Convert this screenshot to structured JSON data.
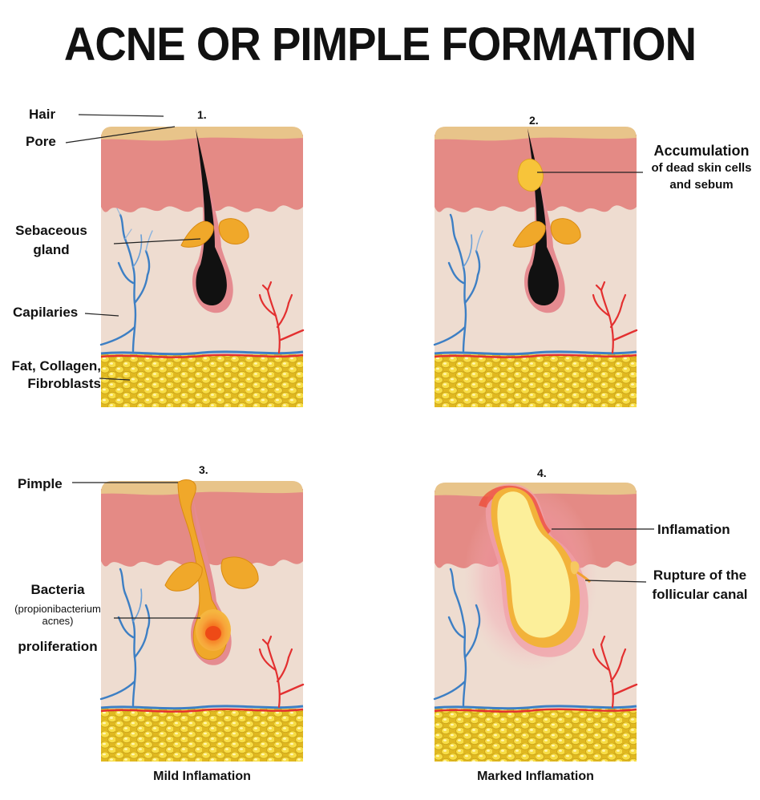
{
  "title": "ACNE OR PIMPLE FORMATION",
  "colors": {
    "epidermis": "#e8c48a",
    "dermis": "#e58b86",
    "hypodermis_bg": "#eedcd0",
    "fat": "#f5d637",
    "hair": "#111111",
    "gland": "#f0a82a",
    "vein": "#3d7fc4",
    "artery": "#e33030",
    "pus": "#fcef9a",
    "inflammation": "#f04a40"
  },
  "panels": [
    {
      "number": "1.",
      "labels": {
        "hair": "Hair",
        "pore": "Pore",
        "sebaceous": [
          "Sebaceous",
          "gland"
        ],
        "capillaries": "Capilaries",
        "fat": [
          "Fat, Collagen,",
          "Fibroblasts"
        ]
      }
    },
    {
      "number": "2.",
      "labels": {
        "accumulation": [
          "Accumulation",
          "of dead skin cells",
          "and sebum"
        ]
      }
    },
    {
      "number": "3.",
      "caption": "Mild Inflamation",
      "labels": {
        "pimple": "Pimple",
        "bacteria": "Bacteria",
        "bacteria_sub": [
          "(propionibacterium",
          "acnes)"
        ],
        "proliferation": "proliferation"
      }
    },
    {
      "number": "4.",
      "caption": "Marked Inflamation",
      "labels": {
        "inflamation": "Inflamation",
        "rupture": [
          "Rupture of the",
          "follicular canal"
        ]
      }
    }
  ],
  "icons": [
    "skin-cross-section-icon",
    "hair-follicle-icon",
    "sebaceous-gland-icon",
    "capillary-icon",
    "fat-cells-icon",
    "pimple-icon"
  ]
}
